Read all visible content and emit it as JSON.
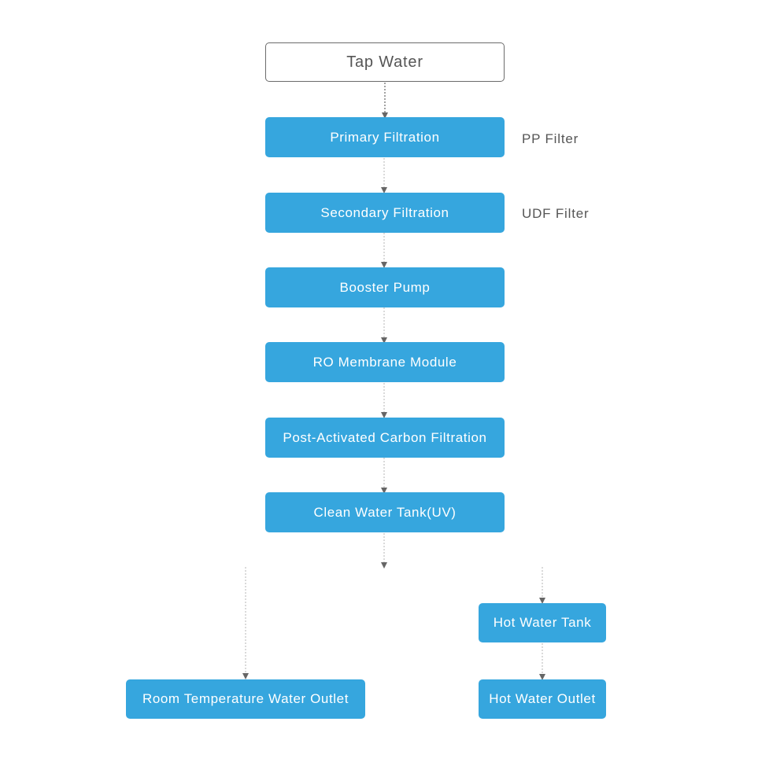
{
  "diagram": {
    "nodes": {
      "tap_water": "Tap Water",
      "primary_filtration": "Primary Filtration",
      "secondary_filtration": "Secondary Filtration",
      "booster_pump": "Booster Pump",
      "ro_membrane": "RO Membrane Module",
      "post_carbon": "Post-Activated Carbon Filtration",
      "clean_tank": "Clean Water Tank(UV)",
      "hot_tank": "Hot Water Tank",
      "room_outlet": "Room Temperature Water Outlet",
      "hot_outlet": "Hot Water Outlet"
    },
    "side_labels": {
      "pp_filter": "PP Filter",
      "udf_filter": "UDF Filter"
    },
    "colors": {
      "node_fill": "#36a6de",
      "node_text": "#ffffff",
      "outline_border": "#6b6b6b",
      "connector": "#666666"
    }
  }
}
